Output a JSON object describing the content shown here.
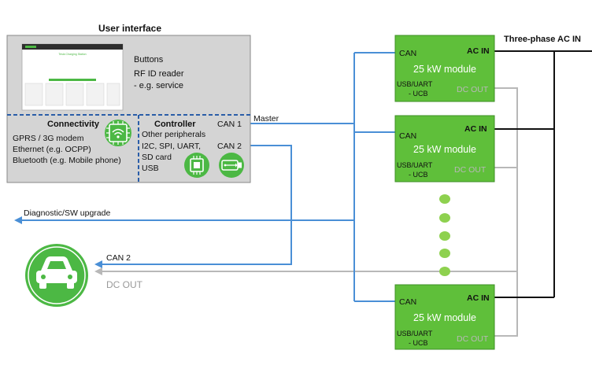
{
  "user_interface": {
    "title": "User interface",
    "screen_header": "Tesla Charging Station",
    "buttons": "Buttons",
    "rfid_line1": "RF ID reader",
    "rfid_line2": "- e.g. service"
  },
  "connectivity": {
    "title": "Connectivity",
    "line1": "GPRS / 3G modem",
    "line2": "Ethernet (e.g. OCPP)",
    "line3": "Bluetooth (e.g. Mobile phone)",
    "icon": "wifi-chip-icon"
  },
  "controller": {
    "title": "Controller",
    "line1": "Other peripherals",
    "line2": "I2C, SPI, UART,",
    "line3": "SD card",
    "line4": "USB",
    "can1": "CAN 1",
    "can2": "CAN 2",
    "icon_chip": "chip-icon",
    "icon_usb": "usb-icon"
  },
  "links": {
    "master": "Master",
    "three_phase": "Three-phase AC IN",
    "diagnostic": "Diagnostic/SW upgrade",
    "can2": "CAN 2",
    "dc_out": "DC OUT"
  },
  "modules": [
    {
      "can": "CAN",
      "ac_in": "AC IN",
      "name": "25 kW module",
      "usb1": "USB/UART",
      "usb2": "- UCB",
      "dc_out": "DC OUT"
    },
    {
      "can": "CAN",
      "ac_in": "AC IN",
      "name": "25 kW module",
      "usb1": "USB/UART",
      "usb2": "- UCB",
      "dc_out": "DC OUT"
    },
    {
      "can": "CAN",
      "ac_in": "AC IN",
      "name": "25 kW module",
      "usb1": "USB/UART",
      "usb2": "- UCB",
      "dc_out": "DC OUT"
    }
  ],
  "vehicle": {
    "icon": "car-icon"
  },
  "colors": {
    "module_green": "#5fbf3a",
    "icon_green": "#4cb844",
    "can_blue": "#4a8fd6",
    "ac_black": "#111111",
    "dc_gray": "#b8b8b8",
    "dashed_blue": "#2a5da8",
    "panel_gray": "#d4d4d4"
  }
}
